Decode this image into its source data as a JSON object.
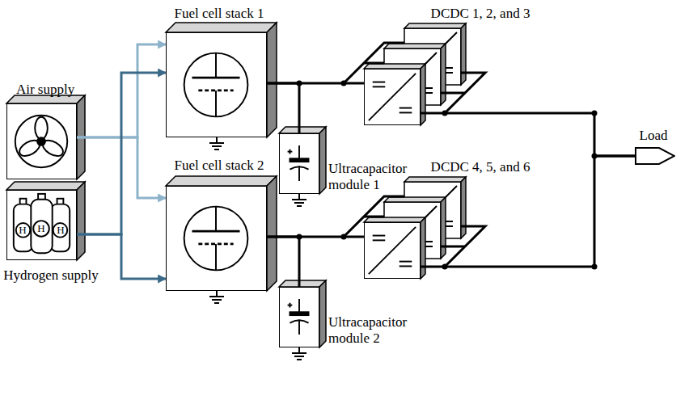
{
  "diagram": {
    "nodes": [
      {
        "text": [
          "Air supply"
        ]
      },
      {
        "text": [
          "Hydrogen supply"
        ]
      },
      {
        "text": [
          "Fuel cell stack 1"
        ]
      },
      {
        "text": [
          "Fuel cell stack 2"
        ]
      },
      {
        "text": [
          "Ultracapacitor module 1"
        ]
      },
      {
        "text": [
          "Ultracapacitor module 2"
        ]
      },
      {
        "text": [
          "DCDC 1, 2, and 3"
        ]
      },
      {
        "text": [
          "DCDC 4, 5, and 6"
        ]
      },
      {
        "text": [
          "Load"
        ]
      }
    ],
    "edges": [
      {
        "from": 0,
        "to": 2,
        "arrow": "to"
      },
      {
        "from": 0,
        "to": 3,
        "arrow": "to"
      },
      {
        "from": 1,
        "to": 2,
        "arrow": "to"
      },
      {
        "from": 1,
        "to": 3,
        "arrow": "to"
      },
      {
        "from": 2,
        "to": 4,
        "arrow": "none"
      },
      {
        "from": 2,
        "to": 6,
        "arrow": "none"
      },
      {
        "from": 3,
        "to": 5,
        "arrow": "none"
      },
      {
        "from": 3,
        "to": 7,
        "arrow": "none"
      },
      {
        "from": 6,
        "to": 8,
        "arrow": "none"
      },
      {
        "from": 7,
        "to": 8,
        "arrow": "none"
      }
    ],
    "labels": [
      "H",
      "H",
      "H"
    ]
  }
}
